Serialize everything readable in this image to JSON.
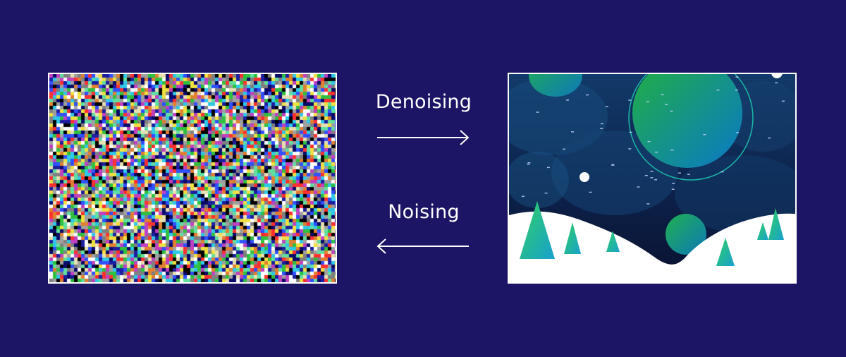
{
  "process": {
    "forward_label": "Denoising",
    "reverse_label": "Noising",
    "forward_arrow_direction": "right",
    "reverse_arrow_direction": "left"
  },
  "noise_image": {
    "description_icon": "random-pixel-noise",
    "pixel_colors": [
      "#ffffff",
      "#000000",
      "#e8e0b0",
      "#1e1ea0",
      "#0a0a6a",
      "#ff3030",
      "#30c040",
      "#30c8e8",
      "#f0e040",
      "#c040c0",
      "#808080",
      "#3050ff",
      "#e08030",
      "#a0a0a0",
      "#60e0a0"
    ]
  },
  "scene_image": {
    "icon": "night-sky-planet-snow-landscape",
    "colors": {
      "sky_dark": "#0b1535",
      "sky_mid": "#11305c",
      "planet_green": "#1faa48",
      "planet_blue": "#0e7fc2",
      "ring": "#18c8a0",
      "snow": "#ffffff",
      "tree_green": "#2ecc71",
      "tree_teal": "#1aa8c8"
    }
  },
  "colors": {
    "background": "#1c1464",
    "text": "#ffffff"
  }
}
